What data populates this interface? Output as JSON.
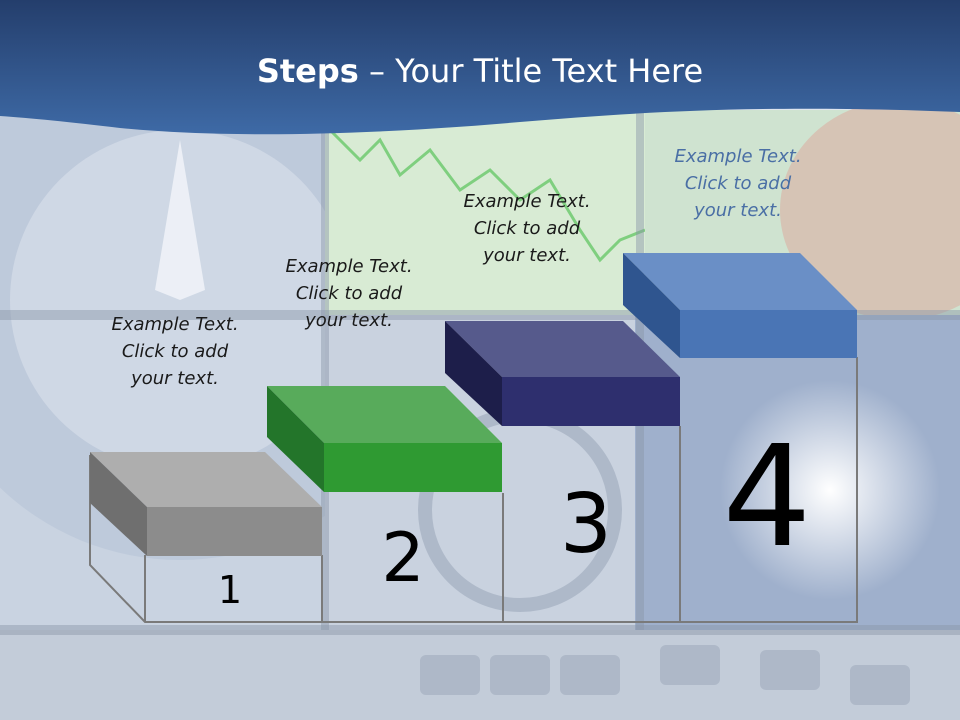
{
  "title": {
    "bold": "Steps",
    "rest": " – Your Title Text Here"
  },
  "steps": [
    {
      "number": "1",
      "color": "#8c8c8c",
      "note": [
        "Example Text.",
        "Click  to add",
        "your text."
      ]
    },
    {
      "number": "2",
      "color": "#2f9a32",
      "note": [
        "Example Text.",
        "Click  to add",
        "your text."
      ]
    },
    {
      "number": "3",
      "color": "#2e2f6e",
      "note": [
        "Example Text.",
        "Click  to add",
        "your text."
      ]
    },
    {
      "number": "4",
      "color": "#4a75b5",
      "note": [
        "Example Text.",
        "Click  to add",
        "your text."
      ]
    }
  ]
}
